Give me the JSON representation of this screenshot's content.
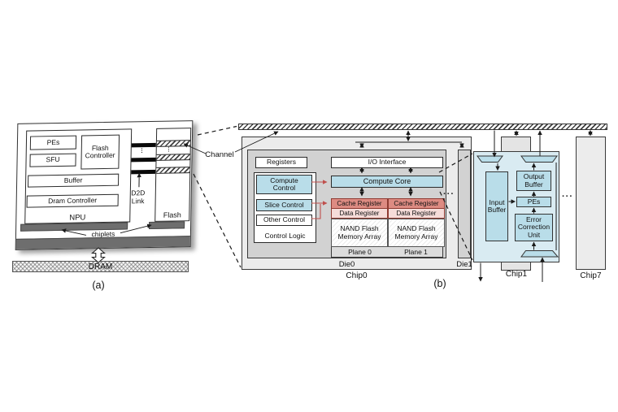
{
  "panel_a": {
    "caption": "(a)",
    "npu_label": "NPU",
    "pes": "PEs",
    "sfu": "SFU",
    "flash_controller": "Flash Controller",
    "buffer": "Buffer",
    "dram_controller": "Dram Controller",
    "d2d_link": "D2D Link",
    "flash": "Flash",
    "chiplets": "chiplets",
    "dram": "DRAM",
    "vdots": "···"
  },
  "connector": {
    "channel": "Channel"
  },
  "panel_b": {
    "caption": "(b)",
    "chip0": {
      "label": "Chip0",
      "die0_label": "Die0",
      "die1_label": "Die1",
      "registers": "Registers",
      "io_interface": "I/O Interface",
      "compute_core": "Compute Core",
      "control_logic": {
        "compute_control": "Compute Control",
        "slice_control": "Slice Control",
        "other_control": "Other Control",
        "label": "Control Logic"
      },
      "planes": [
        {
          "cache_register": "Cache Register",
          "data_register": "Data Register",
          "nand": "NAND Flash Memory Array",
          "label": "Plane 0"
        },
        {
          "cache_register": "Cache Register",
          "data_register": "Data Register",
          "nand": "NAND Flash Memory Array",
          "label": "Plane 1"
        }
      ],
      "ellipsis": "···"
    },
    "chip1": {
      "label": "Chip1",
      "input_buffer": "Input Buffer",
      "output_buffer": "Output Buffer",
      "pes": "PEs",
      "error_correction_unit": "Error Correction Unit"
    },
    "chip7_label": "Chip7",
    "ellipsis": "···"
  },
  "colors": {
    "accent_blue": "#b9dde9",
    "chip1_body": "#d9ebf2",
    "cache_red": "#dd8b82",
    "data_pink": "#f5dcd9",
    "connector_red": "#c0504d",
    "die_gray": "#d2d2d2",
    "chip_gray": "#ececec",
    "substrate_gray": "#6e6e6e"
  }
}
